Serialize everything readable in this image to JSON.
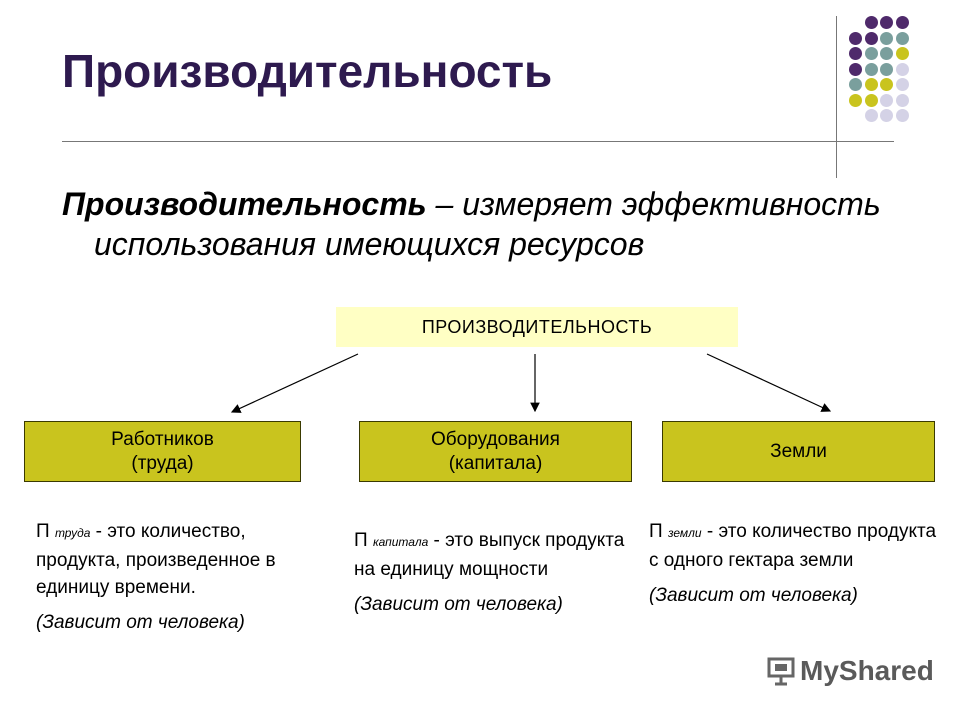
{
  "slide": {
    "title": "Производительность",
    "definition_term": "Производительность",
    "definition_rest": " – измеряет эффективность",
    "definition_line2": "использования имеющихся ресурсов"
  },
  "diagram": {
    "top": "ПРОИЗВОДИТЕЛЬНОСТЬ",
    "nodes": [
      {
        "line1": "Работников",
        "line2": "(труда)"
      },
      {
        "line1": "Оборудования",
        "line2": "(капитала)"
      },
      {
        "line1": "Земли",
        "line2": ""
      }
    ],
    "descriptions": [
      {
        "p": "П",
        "sub": "труда",
        "text": " - это количество, продукта, произведенное в единицу времени.",
        "note": "(Зависит от человека)"
      },
      {
        "p": "П",
        "sub": "капитала",
        "text": " -  это выпуск продукта на единицу мощности",
        "note": "(Зависит от человека)"
      },
      {
        "p": "П",
        "sub": "земли",
        "text": " -  это количество продукта с одного гектара земли",
        "note": "(Зависит от человека)"
      }
    ]
  },
  "watermark": {
    "text": "MyShared"
  },
  "colors": {
    "title": "#2e1a4f",
    "node_fill": "#c9c41e",
    "top_fill": "#ffffc4",
    "dot_purple": "#4f2a6b",
    "dot_teal": "#7a9f9d",
    "dot_olive": "#c9c41e",
    "dot_lavender": "#d4d2e6"
  }
}
